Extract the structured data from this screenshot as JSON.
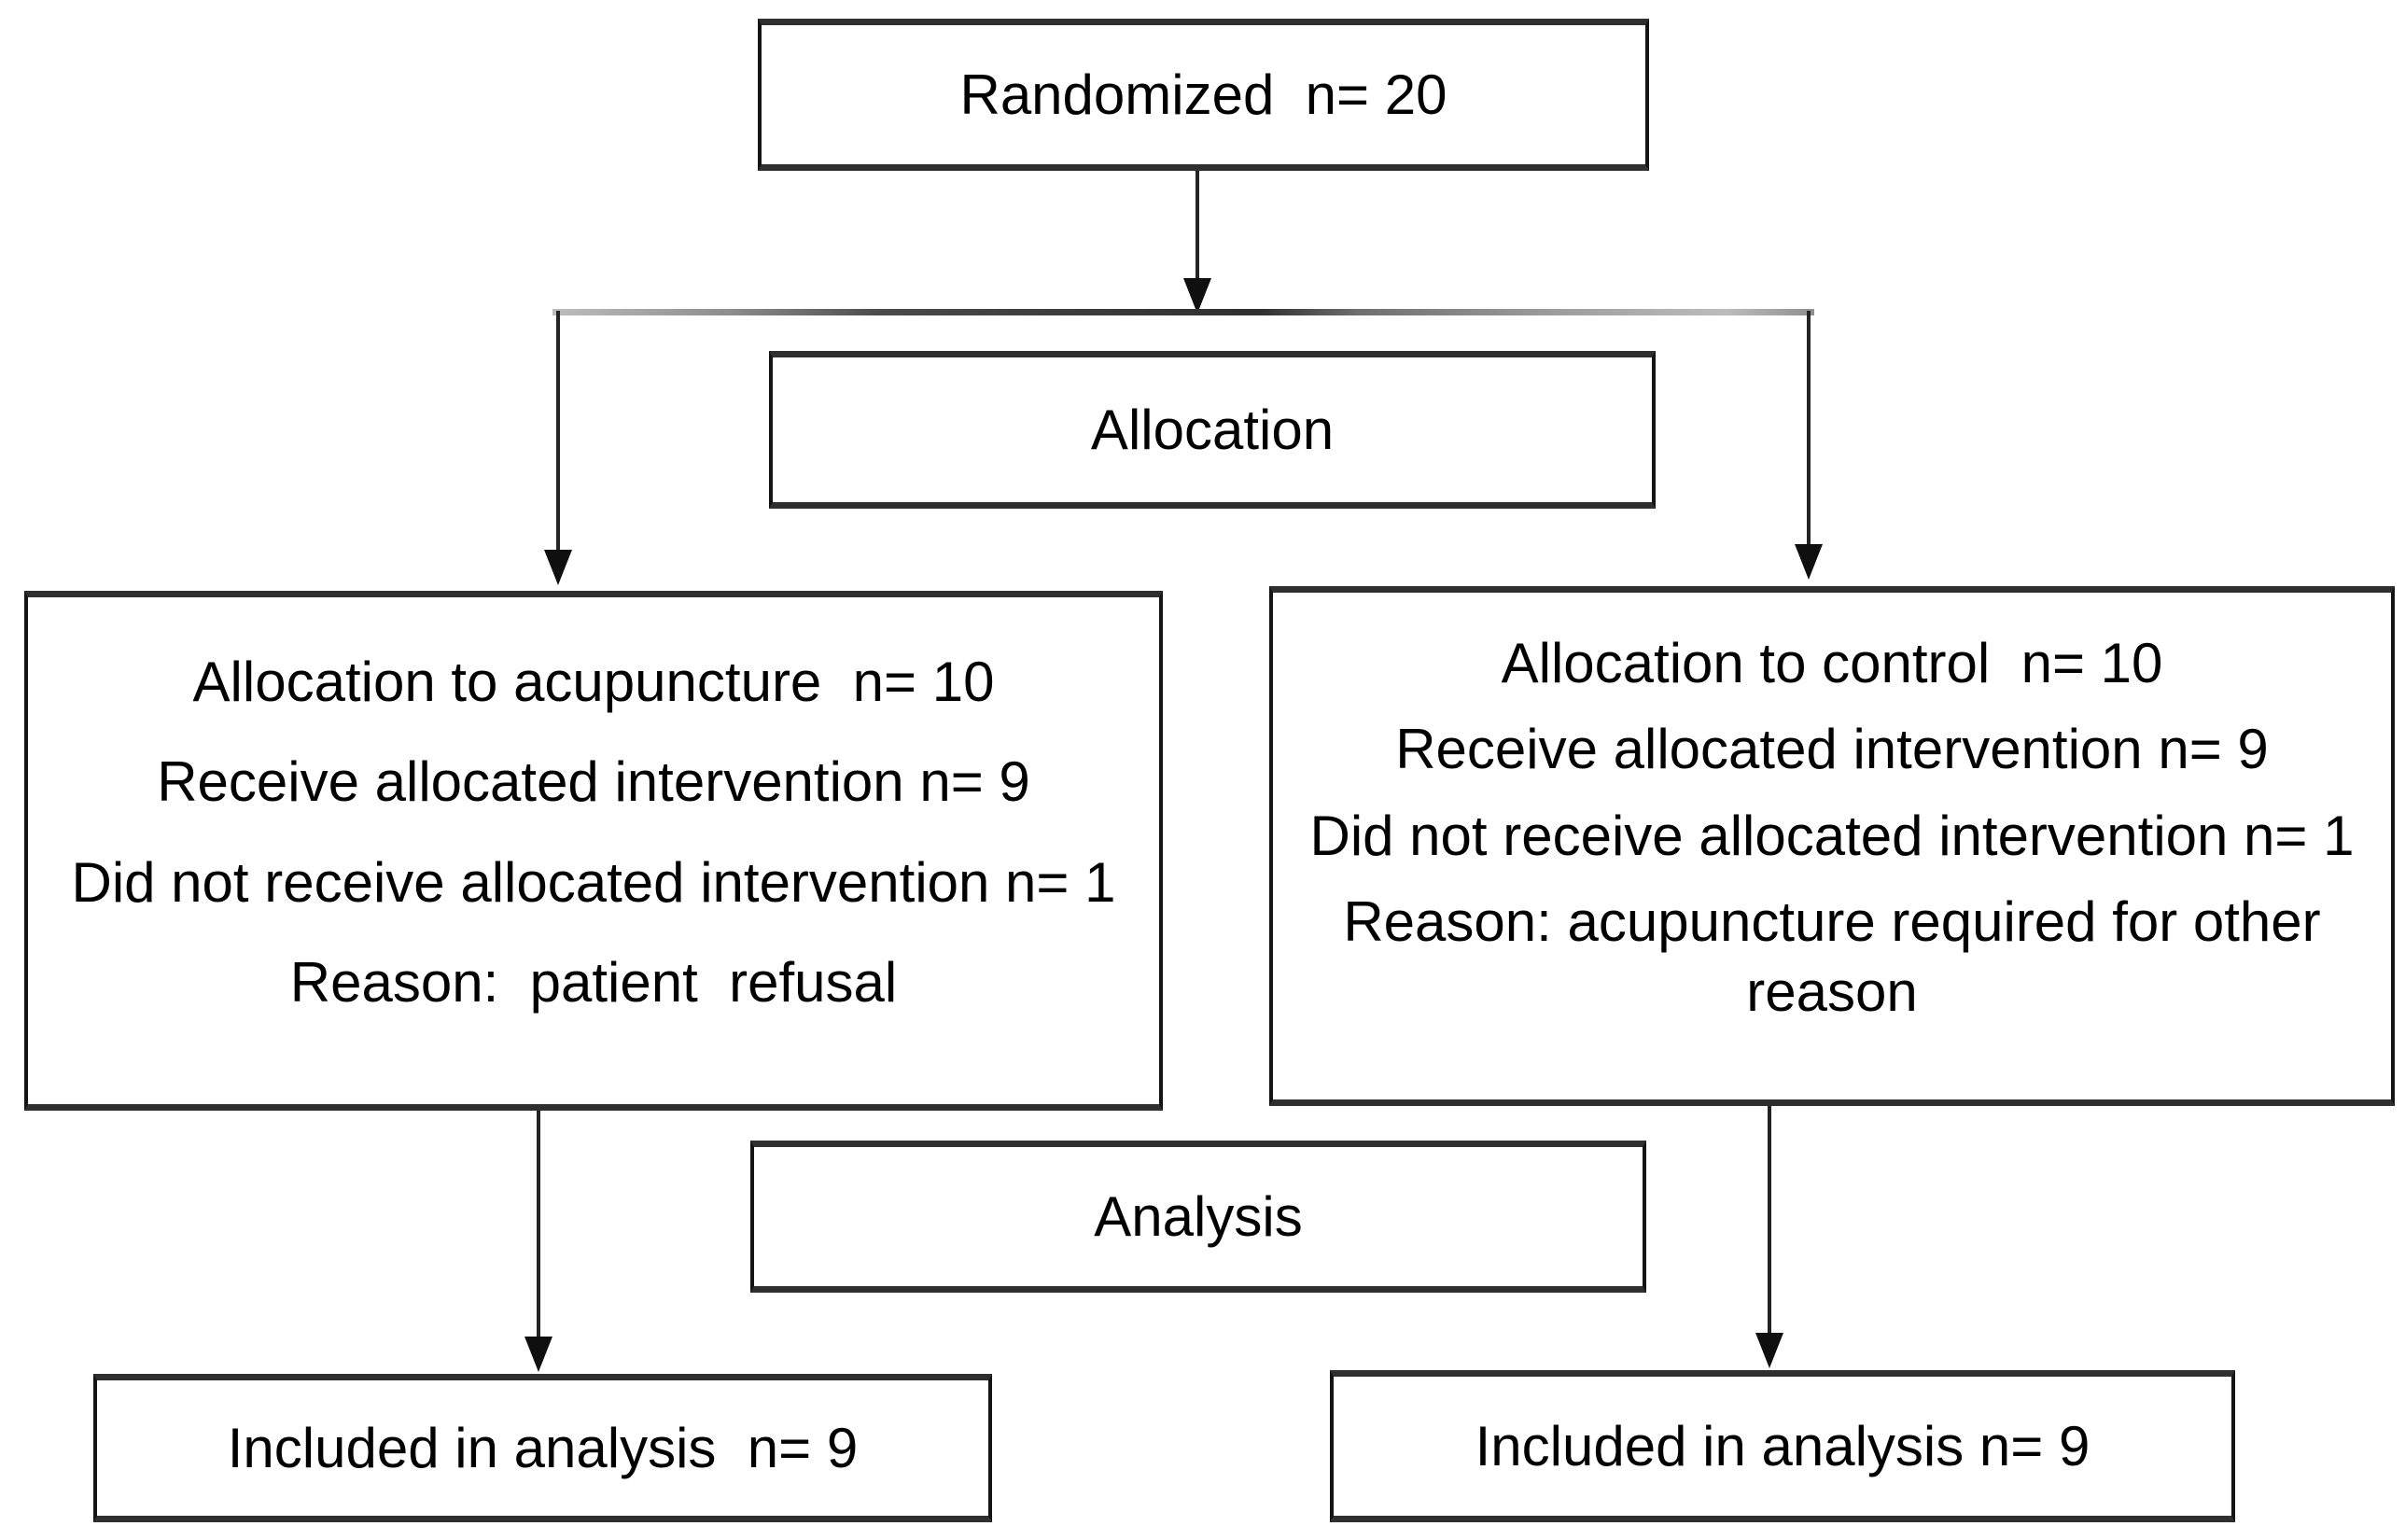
{
  "diagram": {
    "kind": "trial-flow-diagram",
    "colors": {
      "background": "#ffffff",
      "box_border": "#141414",
      "connector_line": "#242424",
      "text": "#000000"
    },
    "nodes": {
      "randomized": {
        "label": "Randomized  n= 20"
      },
      "allocation_stage": {
        "label": "Allocation"
      },
      "acupuncture_arm": {
        "lines": [
          "Allocation to acupuncture  n= 10",
          "Receive allocated intervention n= 9",
          "Did not receive allocated intervention n= 1",
          "Reason:  patient  refusal"
        ]
      },
      "control_arm": {
        "lines": [
          "Allocation to control  n= 10",
          "Receive allocated intervention n= 9",
          "Did not receive allocated intervention n= 1",
          "Reason: acupuncture required for other reason"
        ]
      },
      "analysis_stage": {
        "label": "Analysis"
      },
      "included_acupuncture": {
        "label": "Included in analysis  n= 9"
      },
      "included_control": {
        "label": "Included in analysis n= 9"
      }
    }
  }
}
